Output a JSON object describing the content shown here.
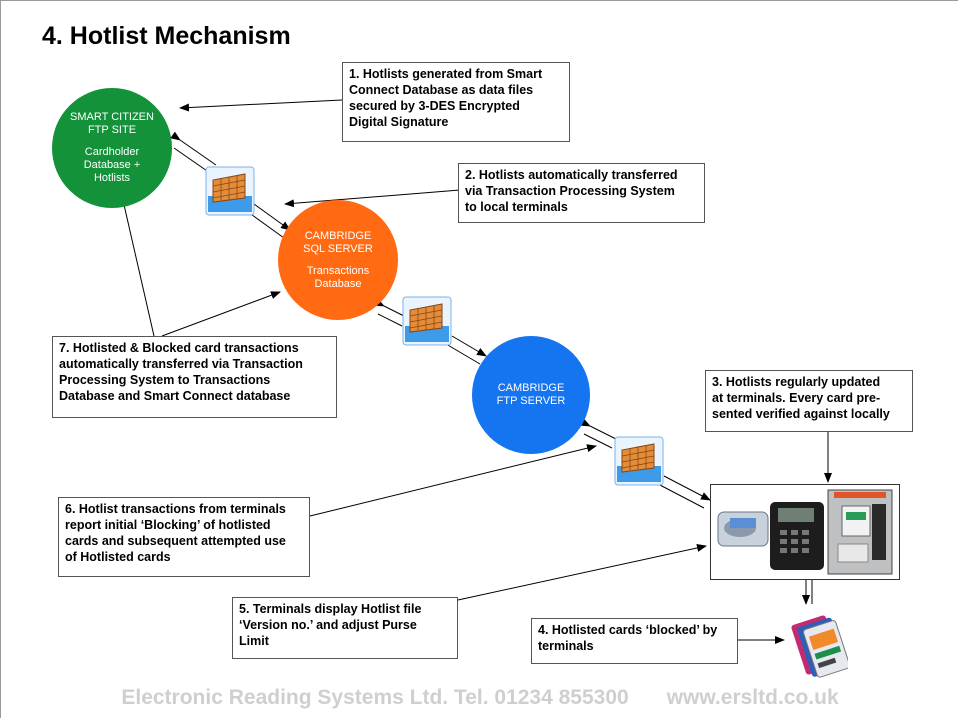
{
  "title": "4. Hotlist Mechanism",
  "nodes": {
    "smart_citizen": {
      "line1": "SMART CITIZEN",
      "line2": "FTP SITE",
      "line3": "Cardholder",
      "line4": "Database +",
      "line5": "Hotlists",
      "color": "#13923a"
    },
    "sql_server": {
      "line1": "CAMBRIDGE",
      "line2": "SQL SERVER",
      "line3": "Transactions",
      "line4": "Database",
      "color": "#ff6a13"
    },
    "ftp_server": {
      "line1": "CAMBRIDGE",
      "line2": "FTP SERVER",
      "color": "#1574f0"
    }
  },
  "notes": {
    "n1": [
      "1. Hotlists generated from Smart",
      "Connect Database as data files",
      "secured by 3-DES Encrypted",
      "Digital Signature"
    ],
    "n2": [
      "2. Hotlists automatically transferred",
      "via Transaction Processing System",
      "to local terminals"
    ],
    "n3": [
      "3. Hotlists regularly updated",
      "at terminals. Every card pre-",
      "sented verified against locally"
    ],
    "n4": [
      "4. Hotlisted cards ‘blocked’ by",
      "terminals"
    ],
    "n5": [
      "5. Terminals display Hotlist file",
      "‘Version no.’  and adjust Purse",
      "Limit"
    ],
    "n6": [
      "6. Hotlist transactions from terminals",
      "report initial ‘Blocking’ of hotlisted",
      "cards and subsequent attempted use",
      "of Hotlisted cards"
    ],
    "n7": [
      "7. Hotlisted & Blocked card transactions",
      "automatically transferred via Transaction",
      "Processing System to Transactions",
      "Database and Smart Connect database"
    ]
  },
  "icons": {
    "firewall": "firewall-icon",
    "terminals": "card-terminals-image",
    "cards": "smart-cards-image"
  },
  "footer": {
    "company": "Electronic Reading Systems Ltd. Tel. 01234 855300",
    "website": "www.ersltd.co.uk"
  }
}
